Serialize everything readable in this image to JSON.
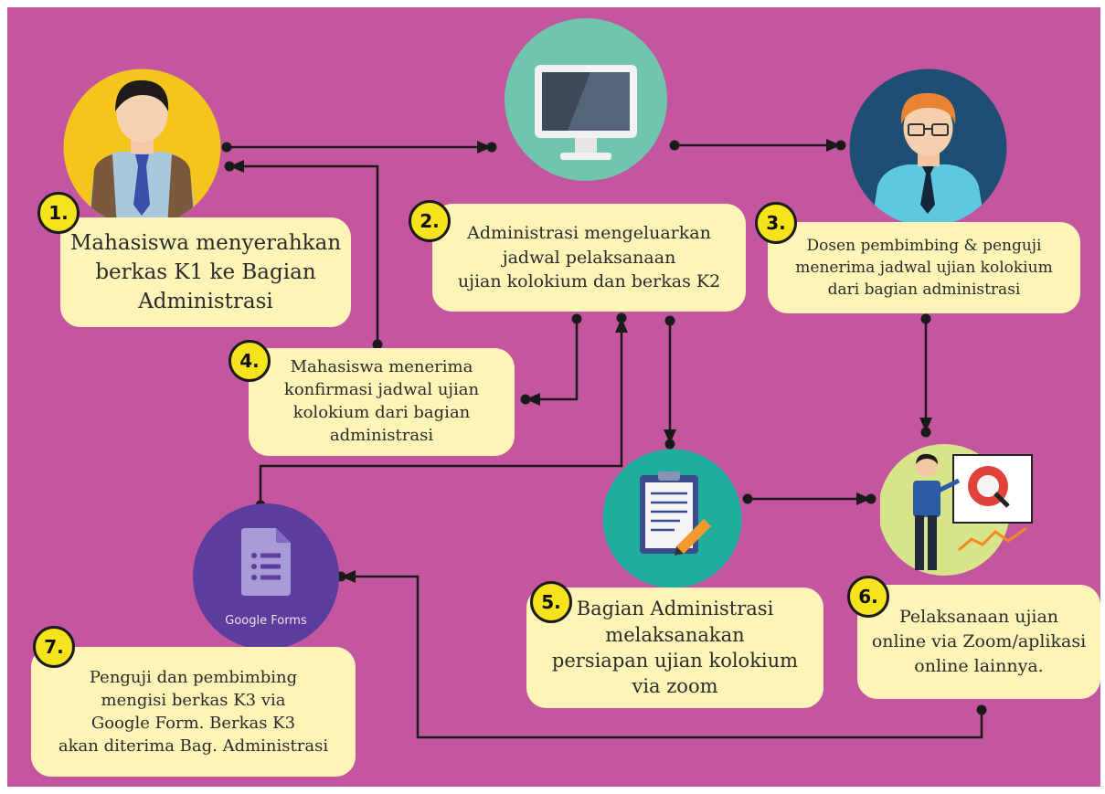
{
  "steps": [
    {
      "num": "1.",
      "text": "Mahasiswa menyerahkan\nberkas K1 ke Bagian\nAdministrasi"
    },
    {
      "num": "2.",
      "text": "Administrasi mengeluarkan\njadwal pelaksanaan\nujian kolokium dan berkas K2"
    },
    {
      "num": "3.",
      "text": "Dosen pembimbing & penguji\nmenerima jadwal ujian kolokium\ndari bagian administrasi"
    },
    {
      "num": "4.",
      "text": "Mahasiswa menerima\nkonfirmasi jadwal ujian\nkolokium dari bagian\nadministrasi"
    },
    {
      "num": "5.",
      "text": "Bagian Administrasi\nmelaksanakan\npersiapan ujian kolokium\nvia zoom"
    },
    {
      "num": "6.",
      "text": "Pelaksanaan ujian\nonline via Zoom/aplikasi\nonline lainnya."
    },
    {
      "num": "7.",
      "text": "Penguji dan pembimbing\nmengisi berkas K3 via\nGoogle Form. Berkas K3\nakan diterima Bag. Administrasi"
    }
  ],
  "icons": {
    "student": "student-icon",
    "computer": "computer-monitor-icon",
    "lecturer": "lecturer-icon",
    "clipboard": "clipboard-icon",
    "presentation": "presentation-icon",
    "google_forms": "google-forms-icon"
  },
  "google_forms_label": "Google Forms",
  "colors": {
    "background": "#c4569f",
    "box": "#fdf4b8",
    "number_badge": "#f6e31b",
    "connector": "#1a1a1a"
  }
}
